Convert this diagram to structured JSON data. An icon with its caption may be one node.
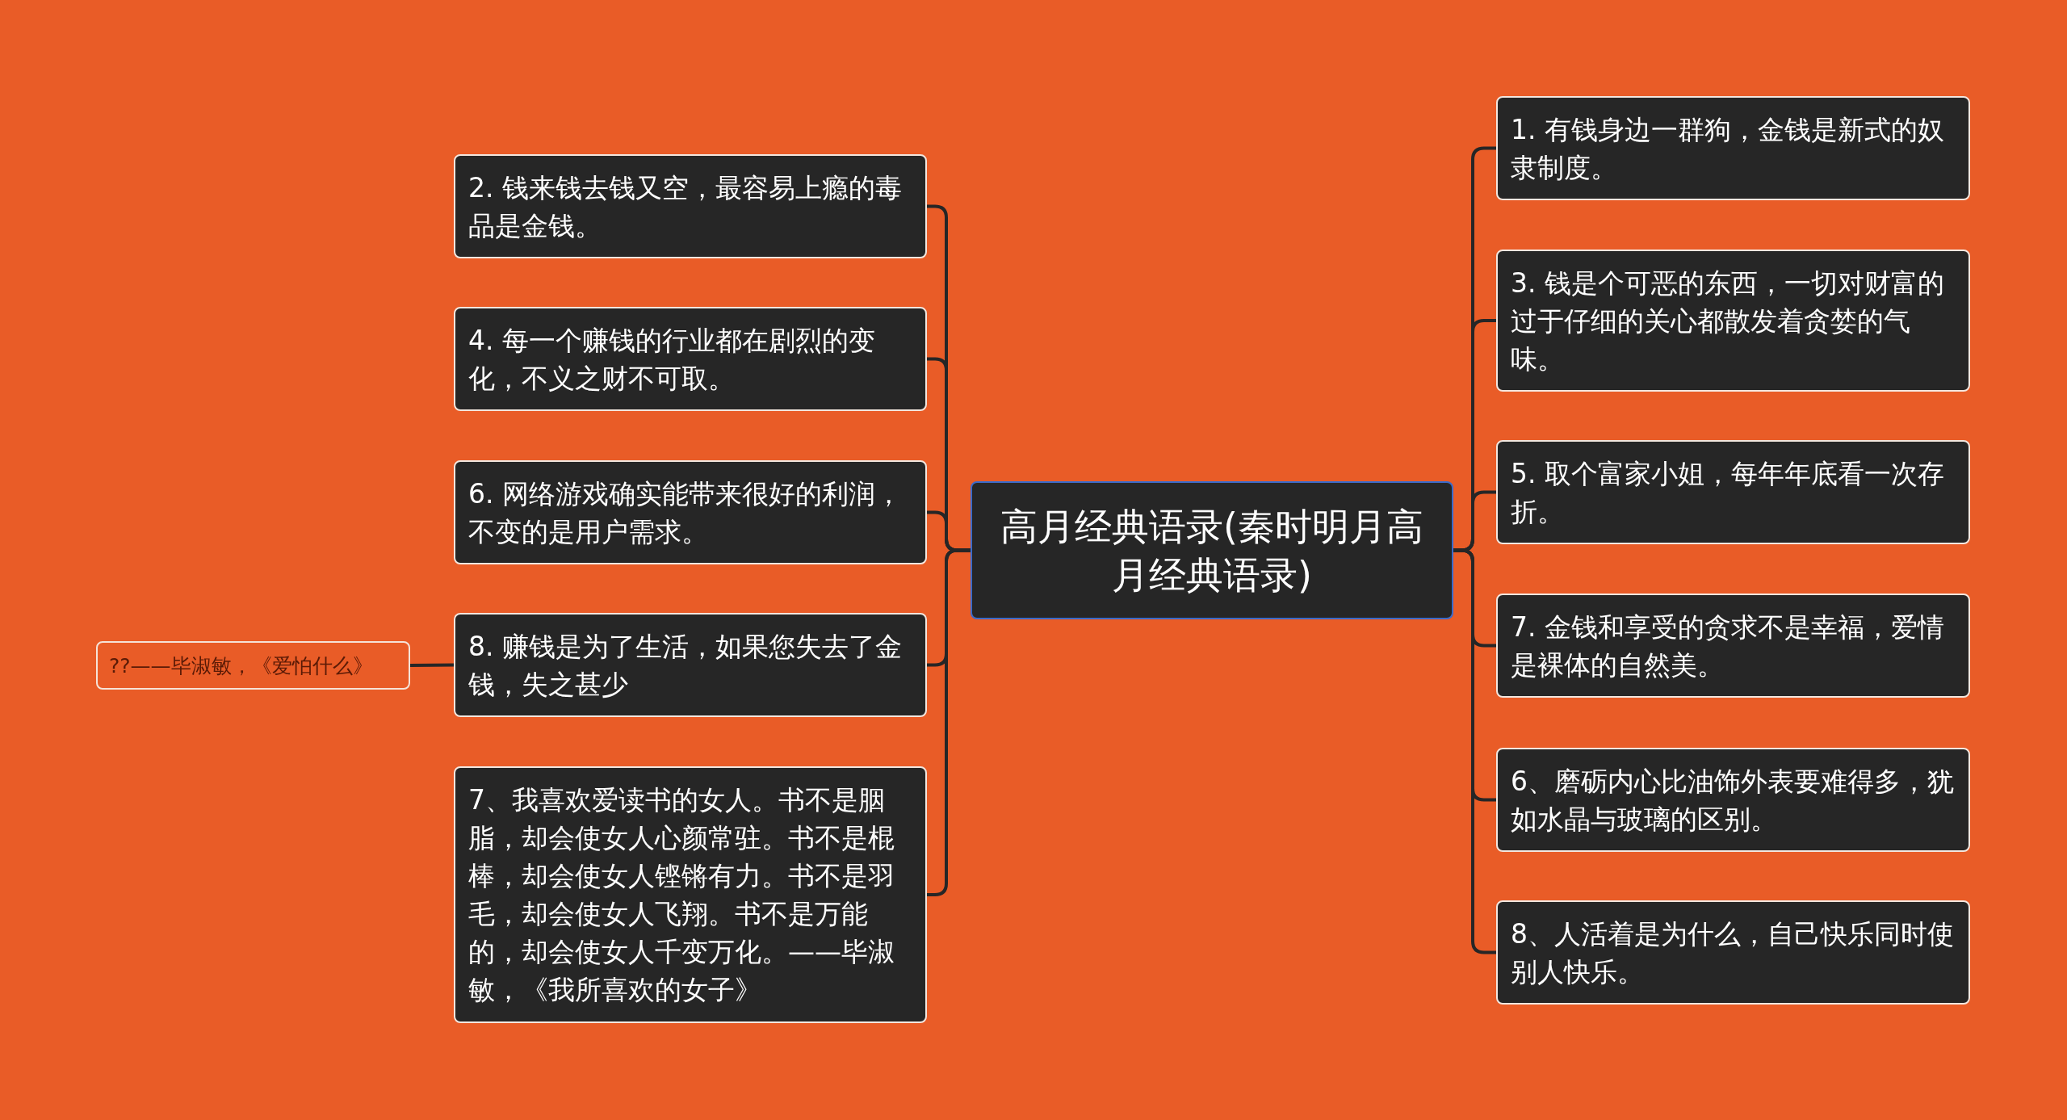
{
  "diagram": {
    "nodes": [
      {
        "text": [
          "高月经典语录(秦时明月高月经典语录)"
        ]
      },
      {
        "text": [
          "2. 钱来钱去钱又空，最容易上瘾的毒品是金钱。"
        ]
      },
      {
        "text": [
          "4. 每一个赚钱的行业都在剧烈的变化，不义之财不可取。"
        ]
      },
      {
        "text": [
          "6. 网络游戏确实能带来很好的利润，不变的是用户需求。"
        ]
      },
      {
        "text": [
          "8. 赚钱是为了生活，如果您失去了金钱，失之甚少"
        ]
      },
      {
        "text": [
          "7、我喜欢爱读书的女人。书不是胭脂，却会使女人心颜常驻。书不是棍棒，却会使女人铿锵有力。书不是羽毛，却会使女人飞翔。书不是万能的，却会使女人千变万化。——毕淑敏，《我所喜欢的女子》"
        ]
      },
      {
        "text": [
          "??——毕淑敏，《爱怕什么》"
        ]
      },
      {
        "text": [
          "1. 有钱身边一群狗，金钱是新式的奴隶制度。"
        ]
      },
      {
        "text": [
          "3. 钱是个可恶的东西，一切对财富的过于仔细的关心都散发着贪婪的气味。"
        ]
      },
      {
        "text": [
          "5. 取个富家小姐，每年年底看一次存折。"
        ]
      },
      {
        "text": [
          "7. 金钱和享受的贪求不是幸福，爱情是裸体的自然美。"
        ]
      },
      {
        "text": [
          "6、磨砺内心比油饰外表要难得多，犹如水晶与玻璃的区别。"
        ]
      },
      {
        "text": [
          "8、人活着是为什么，自己快乐同时使别人快乐。"
        ]
      }
    ],
    "edges": [
      {
        "from": 0,
        "to": 1,
        "arrow": "none"
      },
      {
        "from": 0,
        "to": 2,
        "arrow": "none"
      },
      {
        "from": 0,
        "to": 3,
        "arrow": "none"
      },
      {
        "from": 0,
        "to": 4,
        "arrow": "none"
      },
      {
        "from": 0,
        "to": 5,
        "arrow": "none"
      },
      {
        "from": 4,
        "to": 6,
        "arrow": "none"
      },
      {
        "from": 0,
        "to": 7,
        "arrow": "none"
      },
      {
        "from": 0,
        "to": 8,
        "arrow": "none"
      },
      {
        "from": 0,
        "to": 9,
        "arrow": "none"
      },
      {
        "from": 0,
        "to": 10,
        "arrow": "none"
      },
      {
        "from": 0,
        "to": 11,
        "arrow": "none"
      },
      {
        "from": 0,
        "to": 12,
        "arrow": "none"
      }
    ]
  }
}
